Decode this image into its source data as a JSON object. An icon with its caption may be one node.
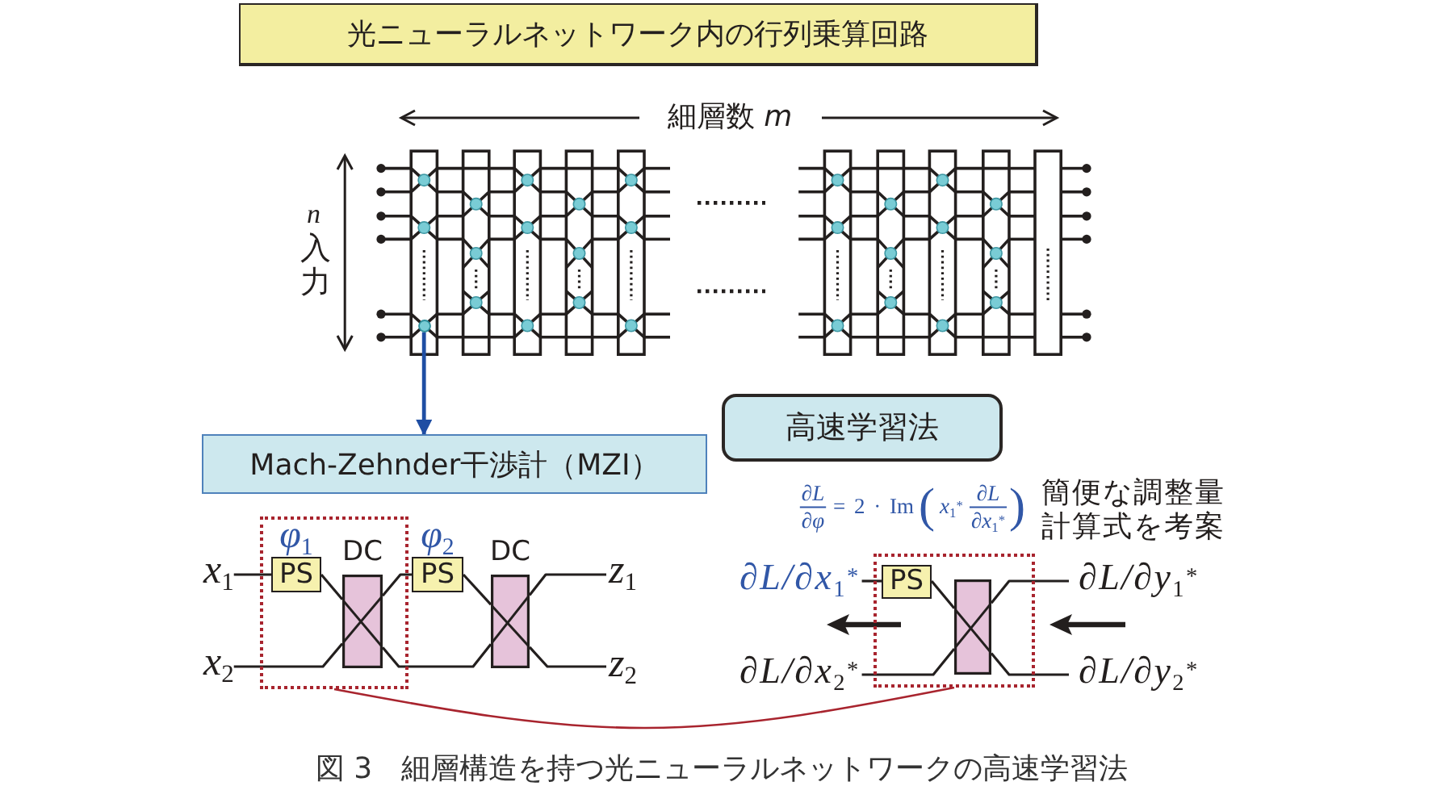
{
  "diagram": {
    "caption": "図 3　細層構造を持つ光ニューラルネットワークの高速学習法",
    "nodes": [
      {
        "text": [
          "光ニューラルネットワーク内の行列乗算回路"
        ]
      },
      {
        "text": [],
        "shape": "circle"
      },
      {
        "text": [
          "Mach-Zehnder干渉計（MZI）"
        ]
      },
      {
        "text": [
          "高速学習法"
        ]
      },
      {
        "text": [
          "x$_{1}$"
        ]
      },
      {
        "text": [],
        "shape": "box"
      },
      {
        "text": [
          "PS"
        ],
        "beside": [
          "φ$_{1}$"
        ],
        "in": 5
      },
      {
        "text": [
          "DC"
        ],
        "in": 5
      },
      {
        "text": [
          "PS"
        ],
        "beside": [
          "φ$_{2}$"
        ]
      },
      {
        "text": [
          "DC"
        ]
      },
      {
        "text": [
          "z$_{1}$"
        ]
      },
      {
        "text": [
          "x$_{2}$"
        ]
      },
      {
        "text": [
          "z$_{2}$"
        ]
      },
      {
        "text": [
          "∂L/∂x$_{1}$$^{*}$"
        ]
      },
      {
        "text": [],
        "shape": "box"
      },
      {
        "text": [
          "PS"
        ],
        "in": 14
      },
      {
        "text": [],
        "shape": "box",
        "in": 14
      },
      {
        "text": [
          "∂L/∂y$_{1}$$^{*}$"
        ]
      },
      {
        "text": [
          "∂L/∂x$_{2}$$^{*}$"
        ]
      },
      {
        "text": [
          "∂L/∂y$_{2}$$^{*}$"
        ]
      }
    ],
    "edges": [
      {
        "from": 1,
        "to": 2,
        "arrow": "to",
        "color": "#1f4ea3"
      },
      {
        "from": 5,
        "to": 14,
        "arrow": "none",
        "color": "#a8242e"
      },
      {
        "from": 4,
        "to": 6,
        "arrow": "none"
      },
      {
        "from": 6,
        "to": 7,
        "arrow": "none"
      },
      {
        "from": 11,
        "to": 7,
        "arrow": "none"
      },
      {
        "from": 7,
        "to": 8,
        "arrow": "none"
      },
      {
        "from": 7,
        "to": 9,
        "arrow": "none"
      },
      {
        "from": 8,
        "to": 9,
        "arrow": "none"
      },
      {
        "from": 9,
        "to": 10,
        "arrow": "none"
      },
      {
        "from": 9,
        "to": 12,
        "arrow": "none"
      },
      {
        "from": 13,
        "to": 15,
        "arrow": "none"
      },
      {
        "from": 15,
        "to": 16,
        "arrow": "none"
      },
      {
        "from": 18,
        "to": 16,
        "arrow": "none"
      },
      {
        "from": 16,
        "to": 17,
        "arrow": "none"
      },
      {
        "from": 16,
        "to": 19,
        "arrow": "none"
      }
    ],
    "labels": [
      "細層数 *m*",
      "n",
      "入力",
      "∂L",
      "∂φ",
      "= 2 · Im",
      "(",
      "x$_{1}$$^{*}$",
      "∂L",
      "∂x$_{1}$$^{*}$",
      ")",
      "簡便な調整量計算式を考案"
    ]
  }
}
